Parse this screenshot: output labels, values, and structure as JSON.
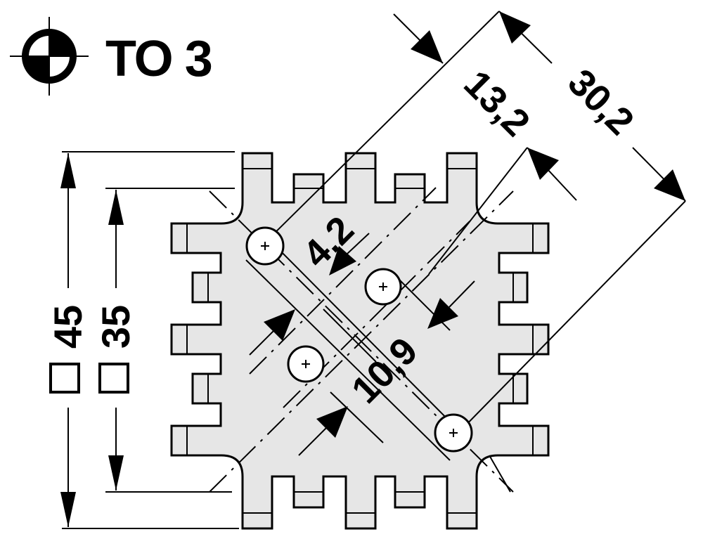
{
  "package": {
    "label": "TO 3",
    "symbol": "center-mark-icon"
  },
  "dimensions": {
    "outer_square": "45",
    "inner_square": "35",
    "mount_spacing": "30,2",
    "pin_offset": "13,2",
    "pin_spacing": "10,9",
    "hole_diameter": "4,2"
  },
  "colors": {
    "body_fill": "#e6e6e6",
    "outline": "#000000",
    "background": "#ffffff"
  }
}
